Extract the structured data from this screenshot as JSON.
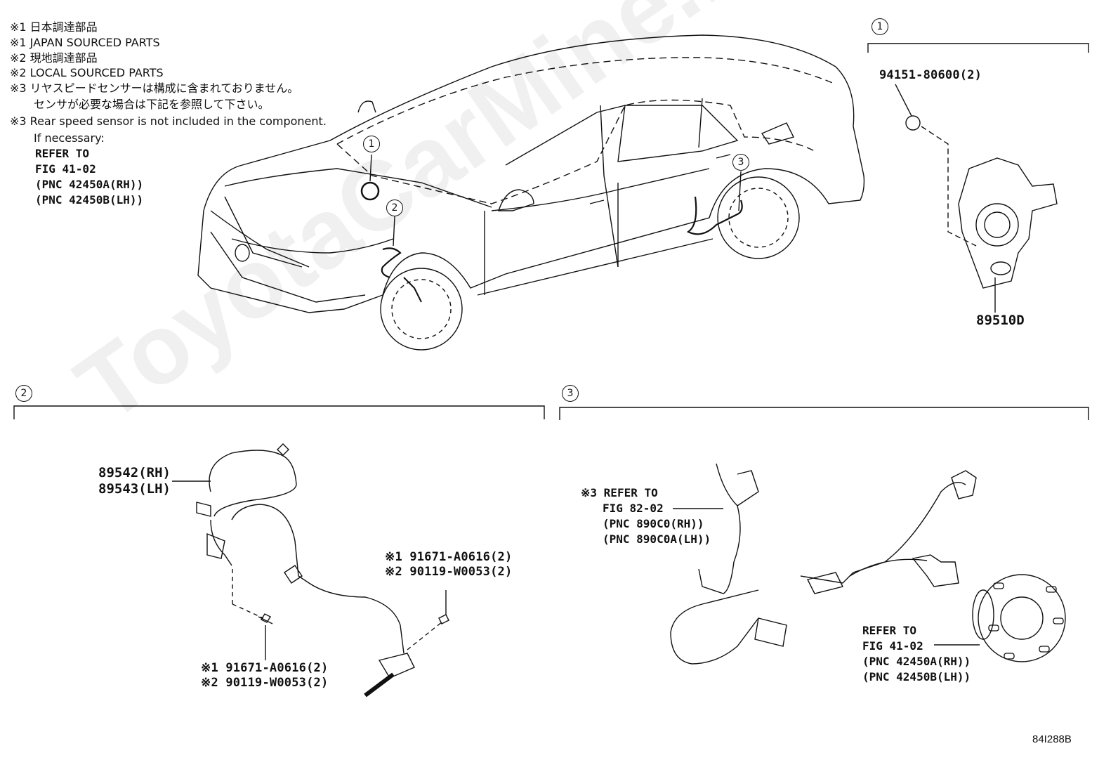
{
  "notes": {
    "n1_jp": "※1 日本調達部品",
    "n1_en": "※1 JAPAN SOURCED PARTS",
    "n2_jp": "※2 現地調達部品",
    "n2_en": "※2 LOCAL SOURCED PARTS",
    "n3_jp_1": "※3 リヤスピードセンサーは構成に含まれておりません。",
    "n3_jp_2": "センサが必要な場合は下記を参照して下さい。",
    "n3_en": "※3 Rear speed sensor is not included in the component.",
    "if_necessary": "If necessary:",
    "refer_to": "REFER TO",
    "fig": "FIG 41-02",
    "pnc_rh": "(PNC 42450A(RH))",
    "pnc_lh": "(PNC 42450B(LH))"
  },
  "callouts": {
    "c1": "1",
    "c2": "2",
    "c3": "3"
  },
  "panel1": {
    "bolt": "94151-80600(2)",
    "part": "89510D"
  },
  "panel2": {
    "sensor_rh": "89542(RH)",
    "sensor_lh": "89543(LH)",
    "bolt_a_1": "※1  91671-A0616(2)",
    "bolt_a_2": "※2  90119-W0053(2)",
    "bolt_b_1": "※1  91671-A0616(2)",
    "bolt_b_2": "※2  90119-W0053(2)"
  },
  "panel3": {
    "ref1_a": "※3 REFER TO",
    "ref1_b": "FIG 82-02",
    "ref1_c": "(PNC 890C0(RH))",
    "ref1_d": "(PNC 890C0A(LH))",
    "ref2_a": "REFER TO",
    "ref2_b": "FIG 41-02",
    "ref2_c": "(PNC 42450A(RH))",
    "ref2_d": "(PNC 42450B(LH))"
  },
  "watermark": "ToyotaCarMine.ru",
  "diagram_code": "84I288B"
}
